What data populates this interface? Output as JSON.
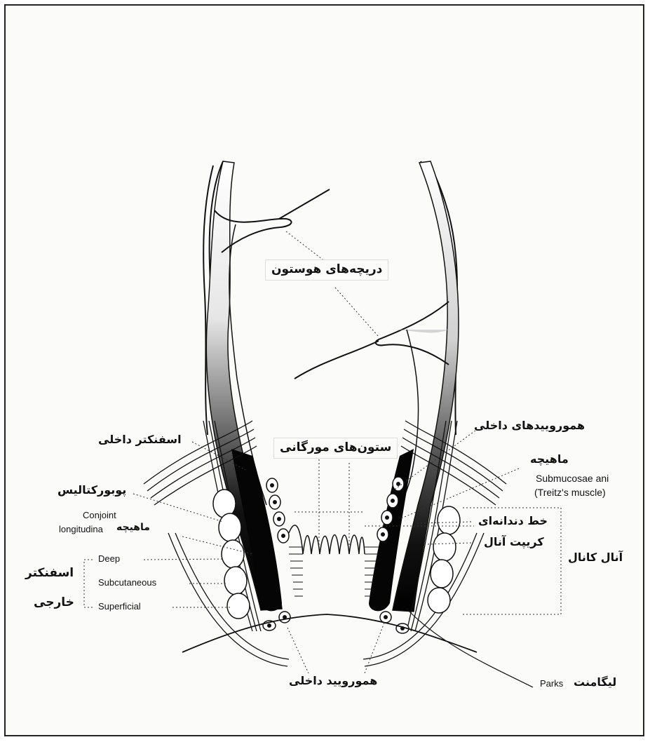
{
  "labels": {
    "houston_valves": "دریچه‌های هوستون",
    "morgagni_columns": "ستون‌های مورگانی",
    "internal_hemorrhoids_top": "هموروییدهای داخلی",
    "internal_sphincter": "اسفنکتر داخلی",
    "muscle_right": "ماهیچه",
    "submucosae_ani": "Submucosae ani",
    "treitz_muscle": "(Treitz's muscle)",
    "puborectalis": "پوبورکتالیس",
    "conjoint": "Conjoint",
    "longitudina": "longitudina",
    "muscle_left": "ماهیچه",
    "dentate_line": "خط دندانه‌ای",
    "anal_crypt": "کریپت آنال",
    "anal_canal": "آنال کانال",
    "external_sphincter_1": "اسفنکتر",
    "external_sphincter_2": "خارجی",
    "deep": "Deep",
    "subcutaneous": "Subcutaneous",
    "superficial": "Superficial",
    "internal_hemorrhoid_bottom": "همورویید داخلی",
    "ligament": "لیگامنت",
    "parks": "Parks"
  }
}
